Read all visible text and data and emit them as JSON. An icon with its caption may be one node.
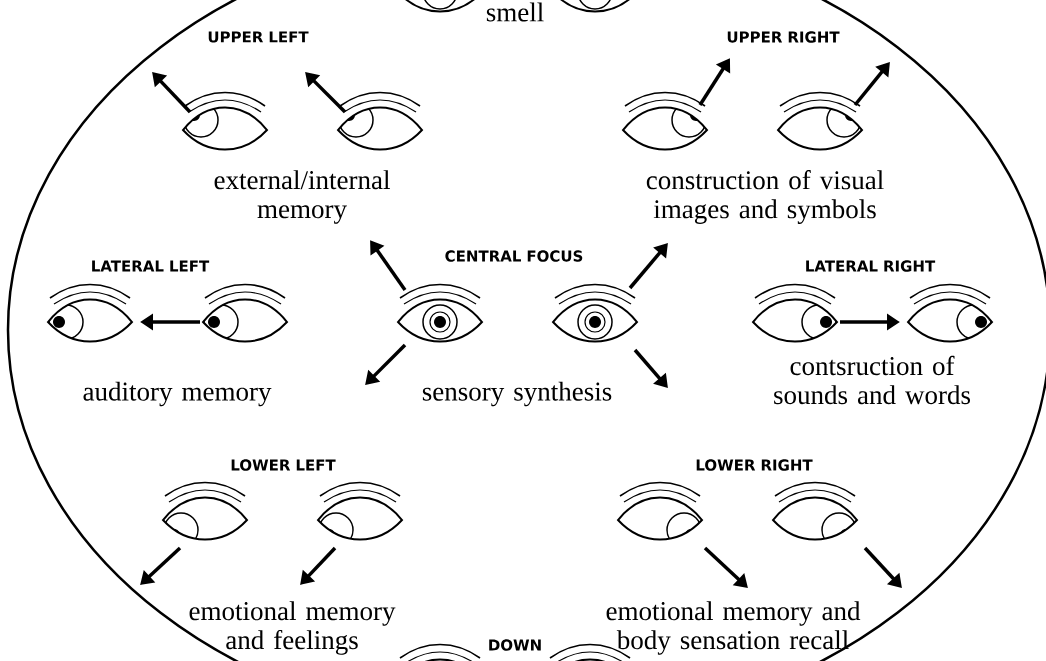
{
  "diagram": {
    "labels": [
      "smell",
      "UPPER LEFT",
      "UPPER RIGHT",
      "external/internal memory",
      "construction of visual images and symbols",
      "LATERAL LEFT",
      "CENTRAL FOCUS",
      "LATERAL RIGHT",
      "auditory memory",
      "sensory synthesis",
      "contsruction of sounds and words",
      "LOWER LEFT",
      "LOWER RIGHT",
      "emotional memory and feelings",
      "DOWN",
      "emotional memory and body sensation recall"
    ]
  }
}
